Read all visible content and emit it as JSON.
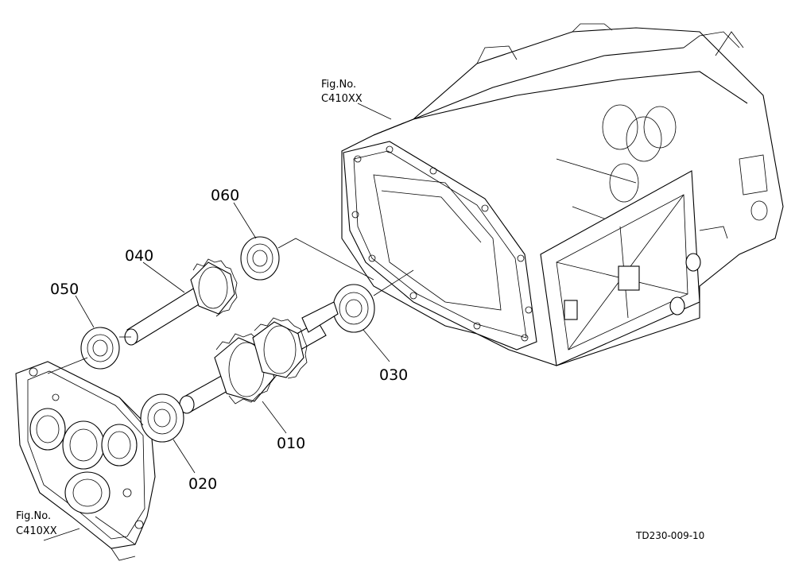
{
  "callouts": {
    "c010": "010",
    "c020": "020",
    "c030": "030",
    "c040": "040",
    "c050": "050",
    "c060": "060"
  },
  "fig_refs": {
    "top": {
      "line1": "Fig.No.",
      "line2": "C410XX"
    },
    "bottom": {
      "line1": "Fig.No.",
      "line2": "C410XX"
    }
  },
  "drawing_code": "TD230-009-10"
}
